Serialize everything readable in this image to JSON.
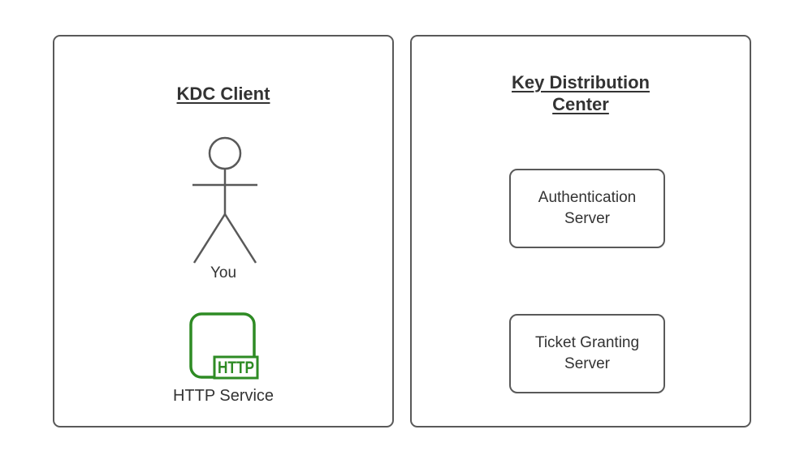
{
  "colors": {
    "stroke": "#595959",
    "text": "#333333",
    "accent_green": "#2e8b24",
    "background": "#ffffff"
  },
  "left_panel": {
    "title": "KDC Client",
    "actor_label": "You",
    "http_icon_label": "HTTP",
    "service_label": "HTTP Service"
  },
  "right_panel": {
    "title_lines": [
      "Key Distribution",
      "Center"
    ],
    "servers": [
      {
        "lines": [
          "Authentication",
          "Server"
        ]
      },
      {
        "lines": [
          "Ticket Granting",
          "Server"
        ]
      }
    ]
  }
}
